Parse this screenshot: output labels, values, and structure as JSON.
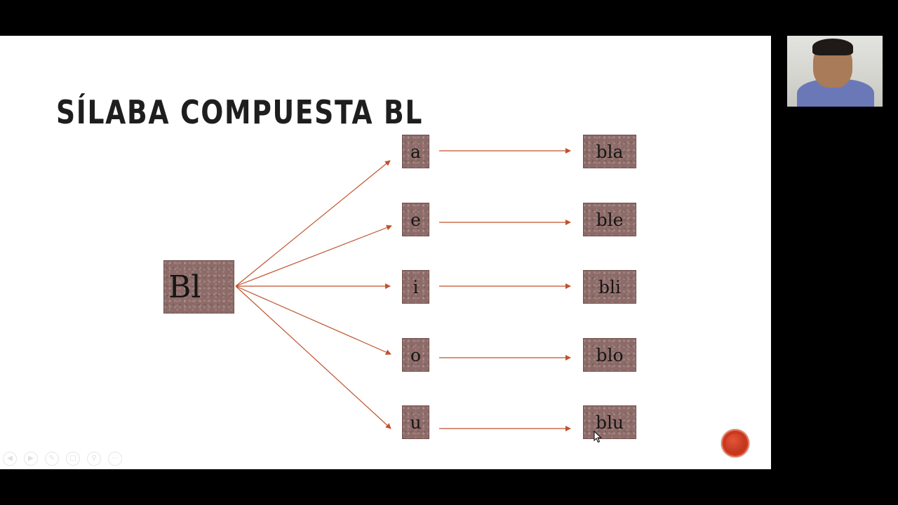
{
  "slide": {
    "title": "SÍLABA COMPUESTA BL",
    "root": "Bl",
    "vowels": [
      "a",
      "e",
      "i",
      "o",
      "u"
    ],
    "syllables": [
      "bla",
      "ble",
      "bli",
      "blo",
      "blu"
    ],
    "colors": {
      "box_fill": "#8d6b68",
      "arrow": "#c0522d",
      "title": "#1e1e1e",
      "record_button": "#c9371c"
    }
  },
  "controls": {
    "icons": [
      "previous-icon",
      "next-icon",
      "pen-icon",
      "slides-icon",
      "zoom-icon",
      "more-icon"
    ]
  },
  "webcam": {
    "icon": "webcam-feed"
  }
}
